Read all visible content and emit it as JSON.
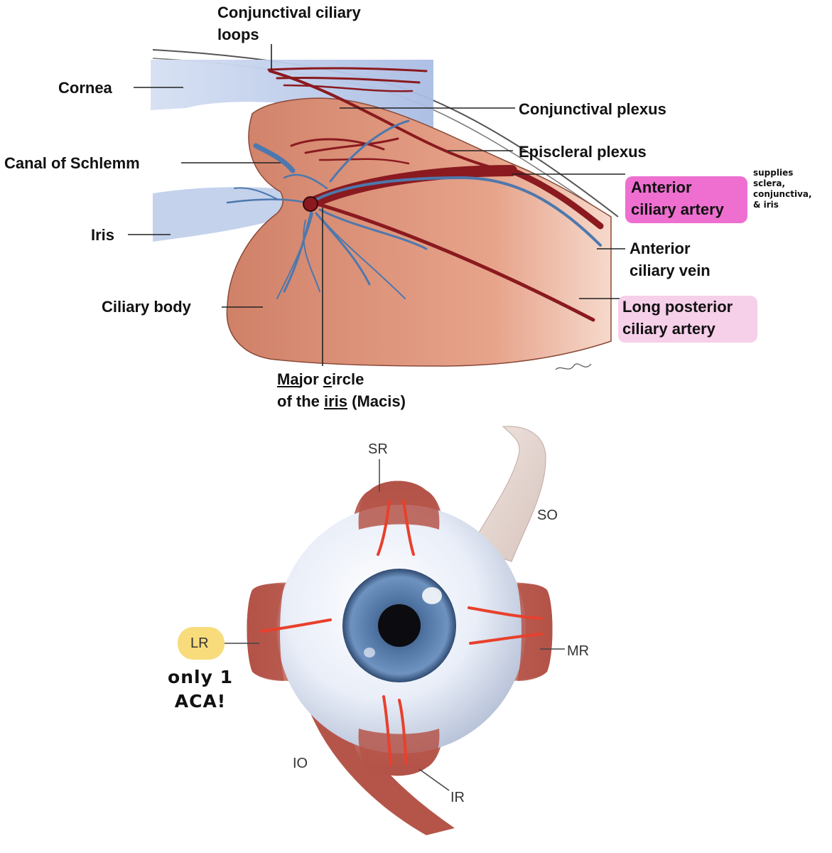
{
  "top_diagram": {
    "labels": {
      "conjunctival_ciliary_loops": [
        "Conjunctival ciliary",
        "loops"
      ],
      "cornea": "Cornea",
      "conjunctival_plexus": "Conjunctival plexus",
      "episcleral_plexus": "Episcleral plexus",
      "canal_of_schlemm": "Canal of Schlemm",
      "anterior_ciliary_artery": [
        "Anterior",
        "ciliary artery"
      ],
      "iris": "Iris",
      "anterior_ciliary_vein": [
        "Anterior",
        "ciliary vein"
      ],
      "ciliary_body": "Ciliary body",
      "long_posterior_ciliary_artery": [
        "Long posterior",
        "ciliary artery"
      ],
      "major_circle": {
        "line1_ma": "Ma",
        "line1_jor": "jor ",
        "line1_c": "c",
        "line1_ircle": "ircle",
        "line2_of_the": "of the ",
        "line2_iri": "iri",
        "line2_s": "s",
        "line2_macis": " (Macis)"
      },
      "handwritten_note": [
        "supplies",
        "sclera,",
        "conjunctiva,",
        "& iris"
      ]
    },
    "highlight_colors": {
      "anterior_ciliary_artery": "#ee6fd0",
      "long_posterior_ciliary_artery": "#f6cfe9"
    }
  },
  "bottom_diagram": {
    "labels": {
      "sr": "SR",
      "so": "SO",
      "lr": "LR",
      "mr": "MR",
      "io": "IO",
      "ir": "IR"
    },
    "handwritten_note": [
      "only 1",
      "ACA!"
    ],
    "highlight_colors": {
      "lr": "#f8dc7c"
    }
  },
  "colors": {
    "ciliary_body": "#d4876b",
    "artery": "#8a1a1f",
    "vein": "#4d78ad",
    "cornea": "#b7c7e8",
    "muscle": "#b5554a",
    "iris": "#4f74a2"
  }
}
